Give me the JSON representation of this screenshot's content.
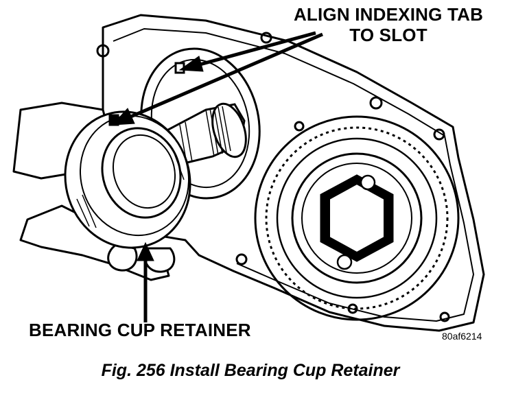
{
  "callouts": {
    "align_line1": "ALIGN INDEXING TAB",
    "align_line2": "TO SLOT",
    "bearing_cup_retainer": "BEARING CUP RETAINER"
  },
  "figure_id": "80af6214",
  "caption": "Fig. 256 Install Bearing Cup Retainer",
  "colors": {
    "ink": "#000000",
    "paper": "#ffffff"
  }
}
